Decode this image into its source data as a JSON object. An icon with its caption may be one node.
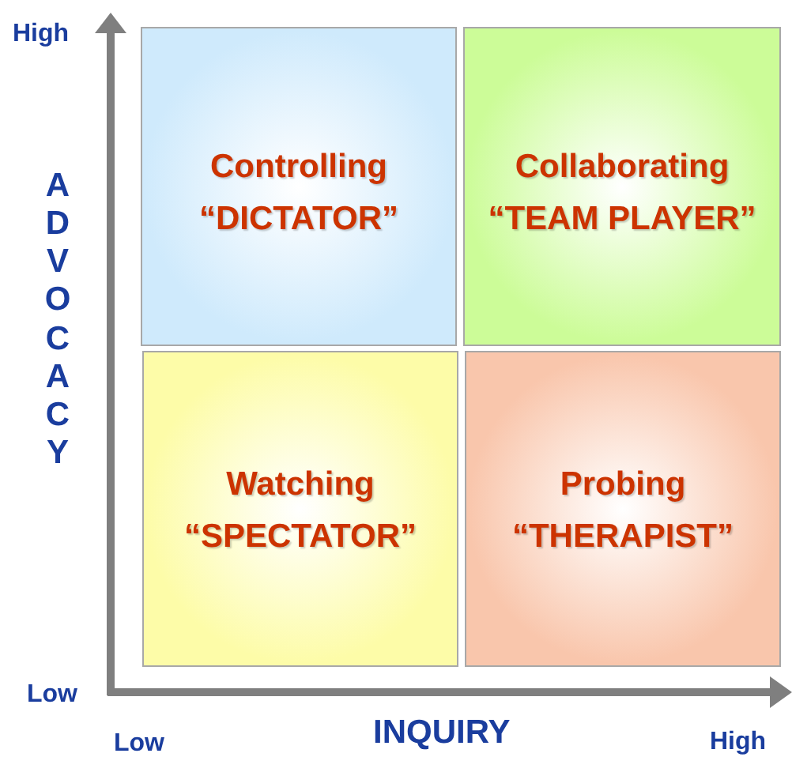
{
  "diagram": {
    "nodes": [
      {
        "text": [
          "Controlling",
          "“DICTATOR”"
        ]
      },
      {
        "text": [
          "Collaborating",
          "“TEAM PLAYER”"
        ]
      },
      {
        "text": [
          "Watching",
          "“SPECTATOR”"
        ]
      },
      {
        "text": [
          "Probing",
          "“THERAPIST”"
        ]
      }
    ],
    "labels": [
      "High",
      "ADVOCACY",
      "Low",
      "Low",
      "INQUIRY",
      "High"
    ]
  }
}
